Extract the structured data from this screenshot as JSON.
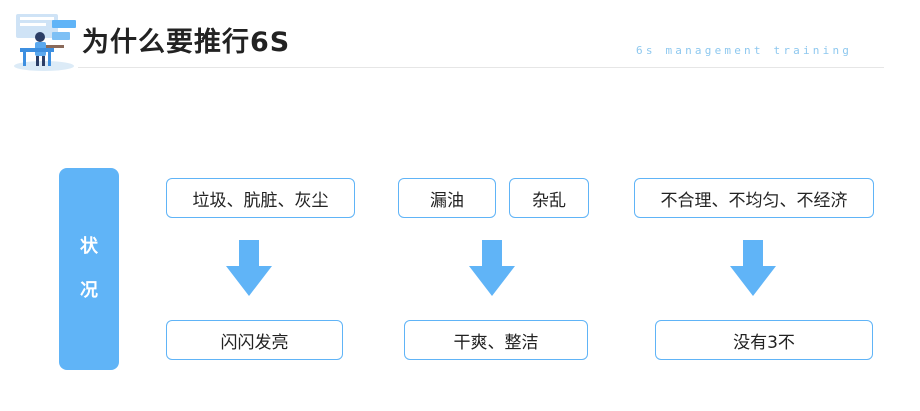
{
  "header": {
    "title": "为什么要推行6S",
    "subtitle": "6s management training"
  },
  "status_label": [
    "状",
    "况"
  ],
  "top_items": [
    "垃圾、肮脏、灰尘",
    "漏油",
    "杂乱",
    "不合理、不均匀、不经济"
  ],
  "bottom_items": [
    "闪闪发亮",
    "干爽、整洁",
    "没有3不"
  ],
  "colors": {
    "accent": "#60b4f7",
    "text": "#222222"
  }
}
